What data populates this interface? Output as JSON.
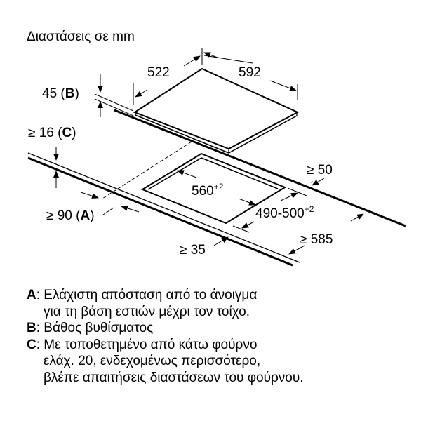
{
  "title": "Διαστάσεις σε mm",
  "dimensions": {
    "depth": "522",
    "width": "592",
    "sink_depth": "45",
    "sink_depth_key": "B",
    "worktop": "≥ 16",
    "worktop_key": "C",
    "rear_gap": "≥ 50",
    "cutout_width": "560",
    "cutout_width_tol": "+2",
    "cutout_depth": "490-500",
    "cutout_depth_tol": "+2",
    "wall_gap": "≥ 90",
    "wall_gap_key": "A",
    "worktop_depth": "≥ 585",
    "front_gap": "≥ 35"
  },
  "legend": [
    {
      "key": "A",
      "lines": [
        "Ελάχιστη απόσταση από το άνοιγμα",
        "για τη βάση εστιών μέχρι τον τοίχο."
      ]
    },
    {
      "key": "B",
      "lines": [
        "Βάθος βυθίσματος"
      ]
    },
    {
      "key": "C",
      "lines": [
        "Με τοποθετημένο από κάτω φούρνο",
        "ελάχ. 20, ενδεχομένως περισσότερο,",
        "βλέπε απαιτήσεις διαστάσεων του φούρνου."
      ]
    }
  ]
}
